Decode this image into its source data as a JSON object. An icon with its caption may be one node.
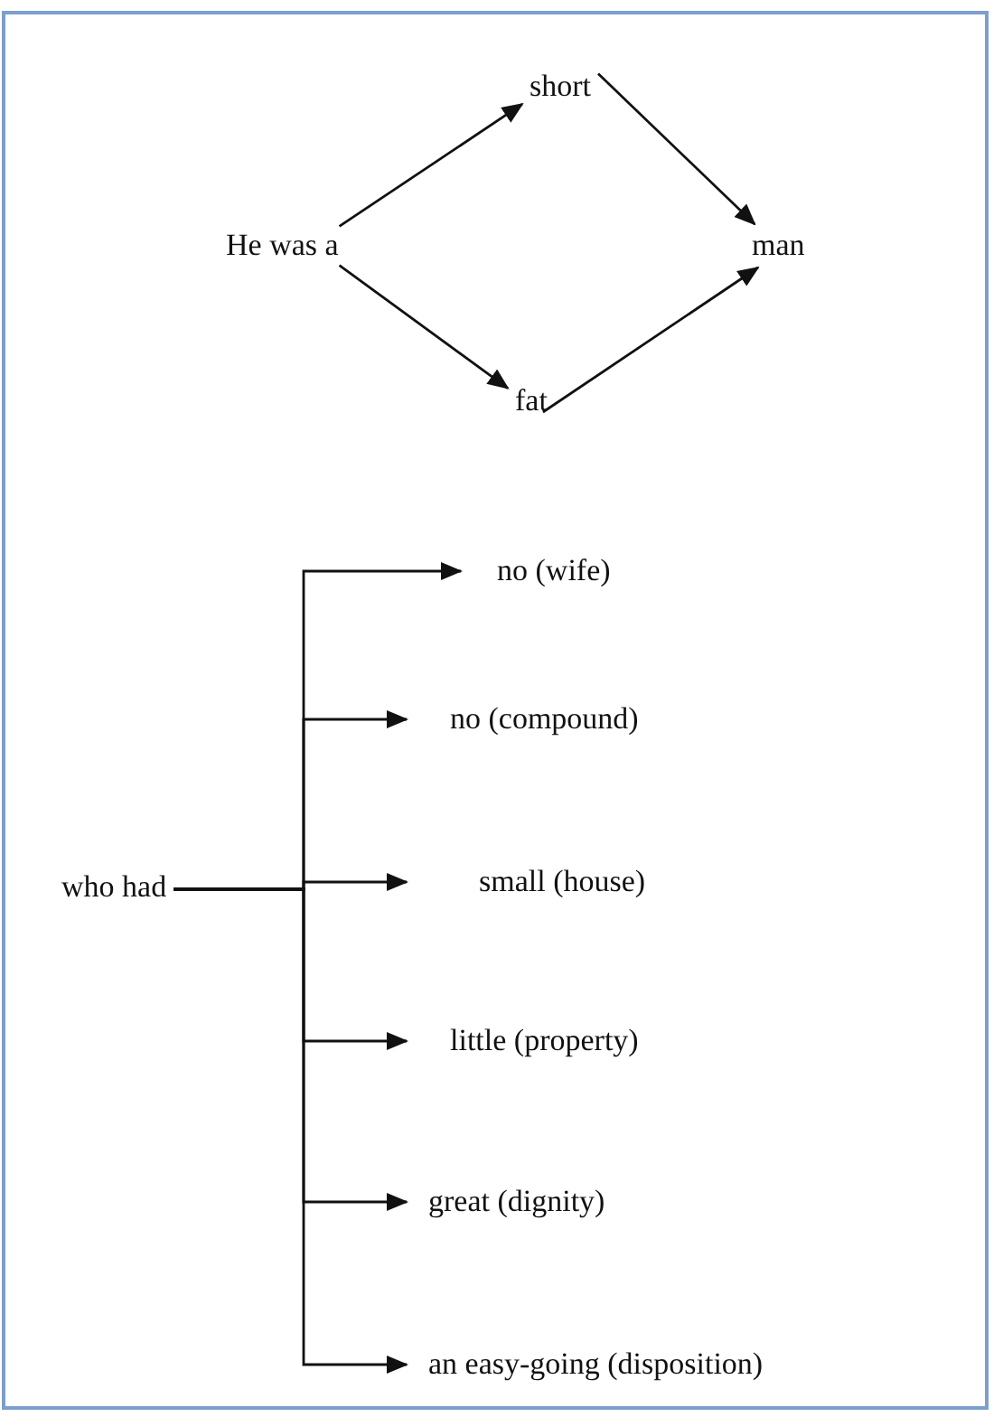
{
  "diagram": {
    "nodes": [
      {
        "text": [
          "He was a"
        ]
      },
      {
        "text": [
          "short"
        ]
      },
      {
        "text": [
          "fat"
        ]
      },
      {
        "text": [
          "man"
        ]
      },
      {
        "text": [
          "who had"
        ]
      },
      {
        "text": [
          "no (wife)"
        ]
      },
      {
        "text": [
          "no (compound)"
        ]
      },
      {
        "text": [
          "small (house)"
        ]
      },
      {
        "text": [
          "little (property)"
        ]
      },
      {
        "text": [
          "great (dignity)"
        ]
      },
      {
        "text": [
          "an easy-going (disposition)"
        ]
      }
    ],
    "edges": [
      {
        "from": 0,
        "to": 1,
        "arrow": "to"
      },
      {
        "from": 0,
        "to": 2,
        "arrow": "to"
      },
      {
        "from": 1,
        "to": 3,
        "arrow": "to"
      },
      {
        "from": 2,
        "to": 3,
        "arrow": "to"
      },
      {
        "from": 4,
        "to": 5,
        "arrow": "to"
      },
      {
        "from": 4,
        "to": 6,
        "arrow": "to"
      },
      {
        "from": 4,
        "to": 7,
        "arrow": "to"
      },
      {
        "from": 4,
        "to": 8,
        "arrow": "to"
      },
      {
        "from": 4,
        "to": 9,
        "arrow": "to"
      },
      {
        "from": 4,
        "to": 10,
        "arrow": "to"
      }
    ]
  }
}
